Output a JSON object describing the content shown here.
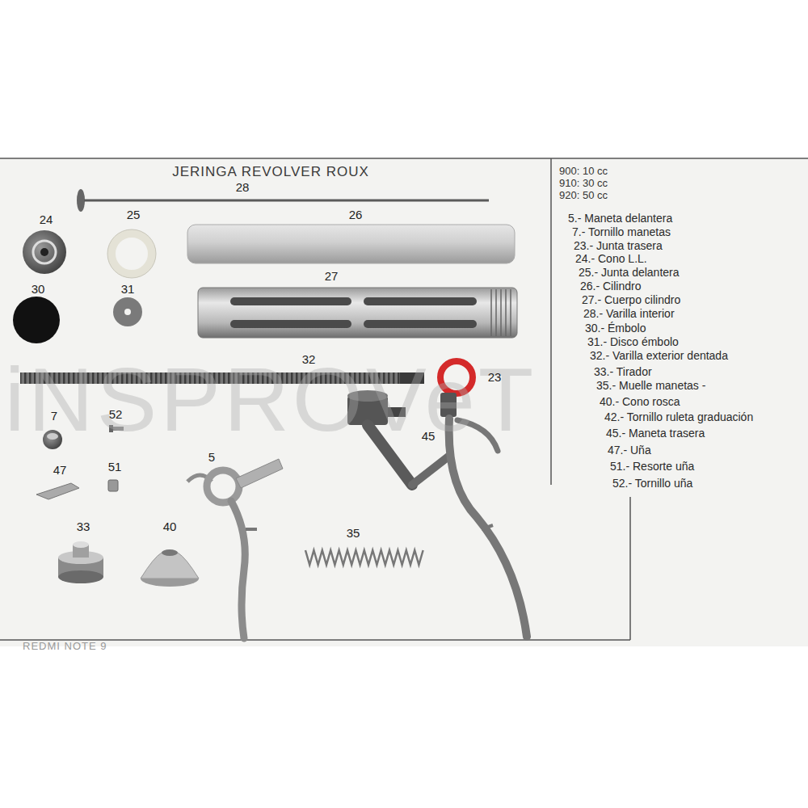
{
  "diagram": {
    "title": "JERINGA REVOLVER ROUX",
    "labels": [
      "28",
      "24",
      "25",
      "26",
      "30",
      "31",
      "27",
      "32",
      "23",
      "7",
      "52",
      "5",
      "45",
      "47",
      "51",
      "33",
      "40",
      "35",
      "iNSPROVeT",
      "900: 10 cc",
      "910: 30 cc",
      "920: 50 cc",
      "5.- Maneta delantera",
      "7.- Tornillo manetas",
      "23.- Junta trasera",
      "24.- Cono L.L.",
      "25.- Junta delantera",
      "26.- Cilindro",
      "27.- Cuerpo cilindro",
      "28.- Varilla interior",
      "30.- Émbolo",
      "31.- Disco émbolo",
      "32.- Varilla exterior dentada",
      "33.- Tirador",
      "35.- Muelle manetas -",
      "40.- Cono rosca",
      "42.- Tornillo ruleta graduación",
      "45.- Maneta trasera",
      "47.- Uña",
      "51.- Resorte uña",
      "52.- Tornillo uña",
      "REDMI NOTE 9"
    ]
  }
}
